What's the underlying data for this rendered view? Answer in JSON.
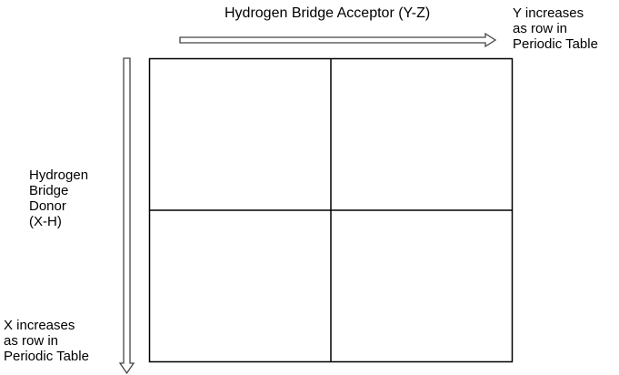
{
  "diagram": {
    "acceptor_axis": {
      "title": "Hydrogen Bridge Acceptor (Y-Z)",
      "note": "Y increases\nas row in\nPeriodic Table",
      "direction": "right"
    },
    "donor_axis": {
      "title": "Hydrogen\nBridge\nDonor\n(X-H)",
      "note": "X increases\nas row in\nPeriodic Table",
      "direction": "down"
    },
    "grid": {
      "rows": 2,
      "cols": 2,
      "cells": [
        "",
        "",
        "",
        ""
      ]
    },
    "colors": {
      "line": "#000000",
      "arrow_outline": "#555555",
      "background": "#ffffff"
    }
  }
}
